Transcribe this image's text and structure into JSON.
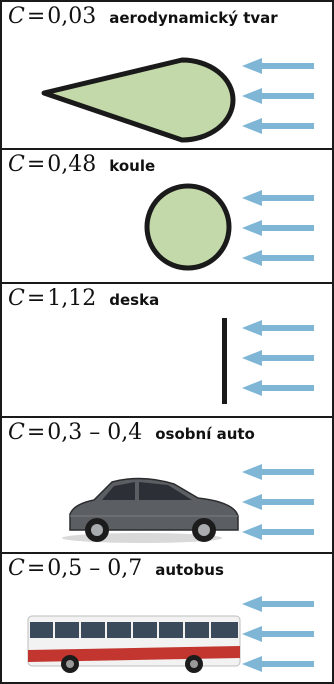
{
  "colors": {
    "border": "#1a1a1a",
    "arrow": "#7fb5d5",
    "shape_fill": "#c4d9a9",
    "shape_stroke": "#1a1a1a",
    "car_body": "#5b5e62",
    "bus_white": "#f2f2f2",
    "bus_red": "#c2362f"
  },
  "panels": [
    {
      "symbol": "C",
      "equals": "=",
      "value": "0,03",
      "label": "aerodynamický tvar",
      "shape": "teardrop",
      "icon": "teardrop-shape-icon"
    },
    {
      "symbol": "C",
      "equals": "=",
      "value": "0,48",
      "label": "koule",
      "shape": "sphere",
      "icon": "sphere-shape-icon"
    },
    {
      "symbol": "C",
      "equals": "=",
      "value": "1,12",
      "label": "deska",
      "shape": "plate",
      "icon": "plate-shape-icon"
    },
    {
      "symbol": "C",
      "equals": "=",
      "value": "0,3 – 0,4",
      "label": "osobní auto",
      "shape": "car",
      "icon": "car-icon"
    },
    {
      "symbol": "C",
      "equals": "=",
      "value": "0,5 – 0,7",
      "label": "autobus",
      "shape": "bus",
      "icon": "bus-icon"
    }
  ]
}
